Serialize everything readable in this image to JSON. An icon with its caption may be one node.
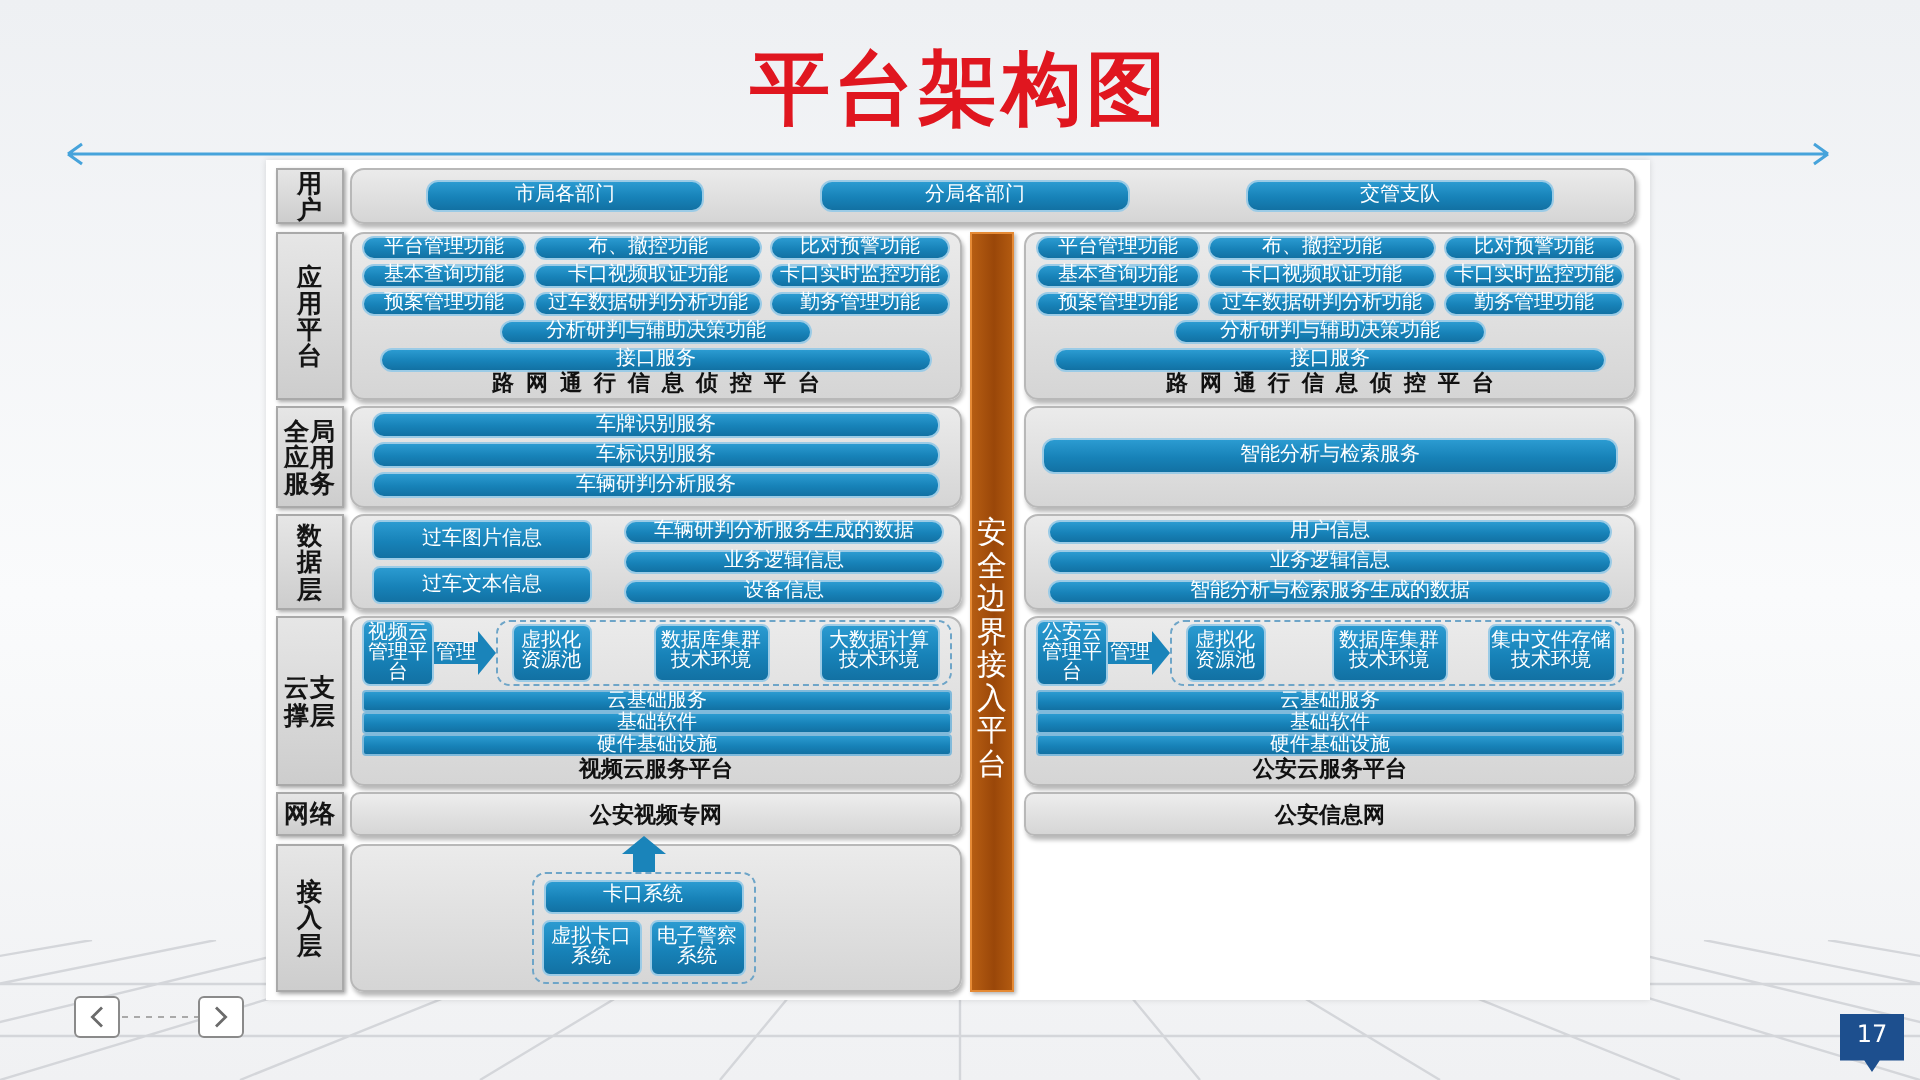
{
  "diagram": {
    "title": "平台架构图",
    "nodes": [
      {
        "text": [
          "用户"
        ]
      },
      {
        "text": [],
        "shape": "box"
      },
      {
        "text": [
          "市局各部门"
        ],
        "in": 1
      },
      {
        "text": [
          "分局各部门"
        ],
        "in": 1
      },
      {
        "text": [
          "交管支队"
        ],
        "in": 1
      },
      {
        "text": [
          "应用平台"
        ]
      },
      {
        "text": [
          "路网通行信息侦控平台"
        ]
      },
      {
        "text": [
          "平台管理功能"
        ],
        "in": 6
      },
      {
        "text": [
          "布、撤控功能"
        ],
        "in": 6
      },
      {
        "text": [
          "比对预警功能"
        ],
        "in": 6
      },
      {
        "text": [
          "基本查询功能"
        ],
        "in": 6
      },
      {
        "text": [
          "卡口视频取证功能"
        ],
        "in": 6
      },
      {
        "text": [
          "卡口实时监控功能"
        ],
        "in": 6
      },
      {
        "text": [
          "预案管理功能"
        ],
        "in": 6
      },
      {
        "text": [
          "过车数据研判分析功能"
        ],
        "in": 6
      },
      {
        "text": [
          "勤务管理功能"
        ],
        "in": 6
      },
      {
        "text": [
          "分析研判与辅助决策功能"
        ],
        "in": 6
      },
      {
        "text": [
          "接口服务"
        ],
        "in": 6
      },
      {
        "text": [
          "路网通行信息侦控平台"
        ]
      },
      {
        "text": [
          "平台管理功能"
        ],
        "in": 18
      },
      {
        "text": [
          "布、撤控功能"
        ],
        "in": 18
      },
      {
        "text": [
          "比对预警功能"
        ],
        "in": 18
      },
      {
        "text": [
          "基本查询功能"
        ],
        "in": 18
      },
      {
        "text": [
          "卡口视频取证功能"
        ],
        "in": 18
      },
      {
        "text": [
          "卡口实时监控功能"
        ],
        "in": 18
      },
      {
        "text": [
          "预案管理功能"
        ],
        "in": 18
      },
      {
        "text": [
          "过车数据研判分析功能"
        ],
        "in": 18
      },
      {
        "text": [
          "勤务管理功能"
        ],
        "in": 18
      },
      {
        "text": [
          "分析研判与辅助决策功能"
        ],
        "in": 18
      },
      {
        "text": [
          "接口服务"
        ],
        "in": 18
      },
      {
        "text": [
          "全局应用服务"
        ]
      },
      {
        "text": [],
        "shape": "box"
      },
      {
        "text": [
          "车牌识别服务"
        ],
        "in": 31
      },
      {
        "text": [
          "车标识别服务"
        ],
        "in": 31
      },
      {
        "text": [
          "车辆研判分析服务"
        ],
        "in": 31
      },
      {
        "text": [],
        "shape": "box"
      },
      {
        "text": [
          "智能分析与检索服务"
        ],
        "in": 35
      },
      {
        "text": [
          "数据层"
        ]
      },
      {
        "text": [],
        "shape": "box"
      },
      {
        "text": [
          "过车图片信息"
        ],
        "in": 38
      },
      {
        "text": [
          "过车文本信息"
        ],
        "in": 38
      },
      {
        "text": [
          "车辆研判分析服务生成的数据"
        ],
        "in": 38
      },
      {
        "text": [
          "业务逻辑信息"
        ],
        "in": 38
      },
      {
        "text": [
          "设备信息"
        ],
        "in": 38
      },
      {
        "text": [],
        "shape": "box"
      },
      {
        "text": [
          "用户信息"
        ],
        "in": 44
      },
      {
        "text": [
          "业务逻辑信息"
        ],
        "in": 44
      },
      {
        "text": [
          "智能分析与检索服务生成的数据"
        ],
        "in": 44
      },
      {
        "text": [
          "云支撑层"
        ]
      },
      {
        "text": [
          "视频云服务平台"
        ]
      },
      {
        "text": [
          "视频云管理平台"
        ],
        "in": 49
      },
      {
        "text": [],
        "shape": "box",
        "in": 49
      },
      {
        "text": [
          "虚拟化资源池"
        ],
        "in": 51
      },
      {
        "text": [
          "数据库集群技术环境"
        ],
        "in": 51
      },
      {
        "text": [
          "大数据计算技术环境"
        ],
        "in": 51
      },
      {
        "text": [
          "云基础服务"
        ],
        "in": 49
      },
      {
        "text": [
          "基础软件"
        ],
        "in": 49
      },
      {
        "text": [
          "硬件基础设施"
        ],
        "in": 49
      },
      {
        "text": [
          "公安云服务平台"
        ]
      },
      {
        "text": [
          "公安云管理平台"
        ],
        "in": 58
      },
      {
        "text": [],
        "shape": "box",
        "in": 58
      },
      {
        "text": [
          "虚拟化资源池"
        ],
        "in": 60
      },
      {
        "text": [
          "数据库集群技术环境"
        ],
        "in": 60
      },
      {
        "text": [
          "集中文件存储技术环境"
        ],
        "in": 60
      },
      {
        "text": [
          "云基础服务"
        ],
        "in": 58
      },
      {
        "text": [
          "基础软件"
        ],
        "in": 58
      },
      {
        "text": [
          "硬件基础设施"
        ],
        "in": 58
      },
      {
        "text": [
          "网络"
        ]
      },
      {
        "text": [
          "公安视频专网"
        ]
      },
      {
        "text": [
          "公安信息网"
        ]
      },
      {
        "text": [
          "接入层"
        ]
      },
      {
        "text": [],
        "shape": "box"
      },
      {
        "text": [],
        "shape": "box",
        "in": 71
      },
      {
        "text": [
          "卡口系统"
        ],
        "in": 72
      },
      {
        "text": [
          "虚拟卡口系统"
        ],
        "in": 72
      },
      {
        "text": [
          "电子警察系统"
        ],
        "in": 72
      },
      {
        "text": [
          "安全边界接入平台"
        ]
      }
    ],
    "edges": [
      {
        "from": 50,
        "to": 51,
        "arrow": "to",
        "label": "管理"
      },
      {
        "from": 59,
        "to": 60,
        "arrow": "to",
        "label": "管理"
      },
      {
        "from": 72,
        "to": 68,
        "arrow": "to"
      }
    ],
    "labels": [
      "17"
    ]
  }
}
